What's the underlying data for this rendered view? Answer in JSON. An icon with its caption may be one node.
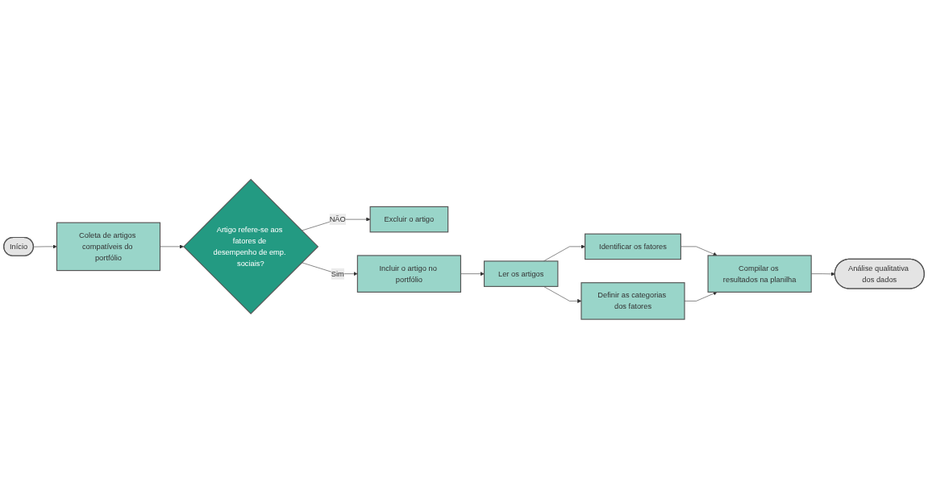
{
  "diagram": {
    "nodes": [
      {
        "text": [
          "Início"
        ]
      },
      {
        "text": [
          "Coleta de artigos compatíveis do portfólio"
        ]
      },
      {
        "text": [
          "Artigo refere-se aos fatores de desempenho de emp. sociais?"
        ]
      },
      {
        "text": [
          "Excluir o artigo"
        ]
      },
      {
        "text": [
          "Incluir o artigo no portfólio"
        ]
      },
      {
        "text": [
          "Ler os artigos"
        ]
      },
      {
        "text": [
          "Identificar os fatores"
        ]
      },
      {
        "text": [
          "Definir as categorias dos fatores"
        ]
      },
      {
        "text": [
          "Compilar os resultados na planilha"
        ]
      },
      {
        "text": [
          "Análise qualitativa dos dados"
        ]
      }
    ],
    "edges": [
      {
        "from": 0,
        "to": 1,
        "arrow": "to"
      },
      {
        "from": 1,
        "to": 2,
        "arrow": "to"
      },
      {
        "from": 2,
        "to": 3,
        "arrow": "to",
        "label": "NÃO"
      },
      {
        "from": 2,
        "to": 4,
        "arrow": "to",
        "label": "Sim"
      },
      {
        "from": 4,
        "to": 5,
        "arrow": "to"
      },
      {
        "from": 5,
        "to": 6,
        "arrow": "to"
      },
      {
        "from": 5,
        "to": 7,
        "arrow": "to"
      },
      {
        "from": 6,
        "to": 8,
        "arrow": "to"
      },
      {
        "from": 7,
        "to": 8,
        "arrow": "to"
      },
      {
        "from": 8,
        "to": 9,
        "arrow": "to"
      }
    ]
  }
}
